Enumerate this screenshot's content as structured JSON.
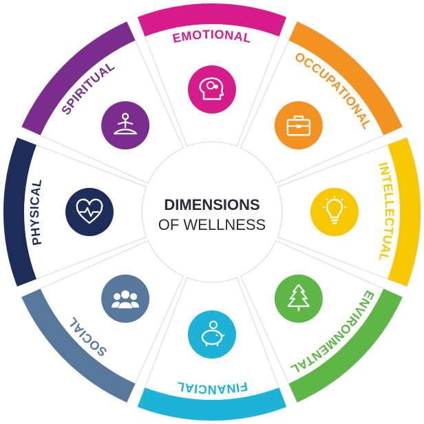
{
  "title": "DIMENSIONS",
  "subtitle": "OF WELLNESS",
  "dimensions": [
    {
      "label": "EMOTIONAL",
      "color": "#d81b8a",
      "icon": "brain-icon"
    },
    {
      "label": "OCCUPATIONAL",
      "color": "#f39220",
      "icon": "briefcase-icon"
    },
    {
      "label": "INTELLECTUAL",
      "color": "#f7c800",
      "icon": "lightbulb-icon"
    },
    {
      "label": "ENVIRONMENTAL",
      "color": "#5db646",
      "icon": "tree-icon"
    },
    {
      "label": "FINANCIAL",
      "color": "#1db3d8",
      "icon": "piggy-bank-icon"
    },
    {
      "label": "SOCIAL",
      "color": "#57789a",
      "icon": "people-icon"
    },
    {
      "label": "PHYSICAL",
      "color": "#1d2c59",
      "icon": "heart-pulse-icon"
    },
    {
      "label": "SPIRITUAL",
      "color": "#7a2d8c",
      "icon": "meditation-icon"
    }
  ]
}
